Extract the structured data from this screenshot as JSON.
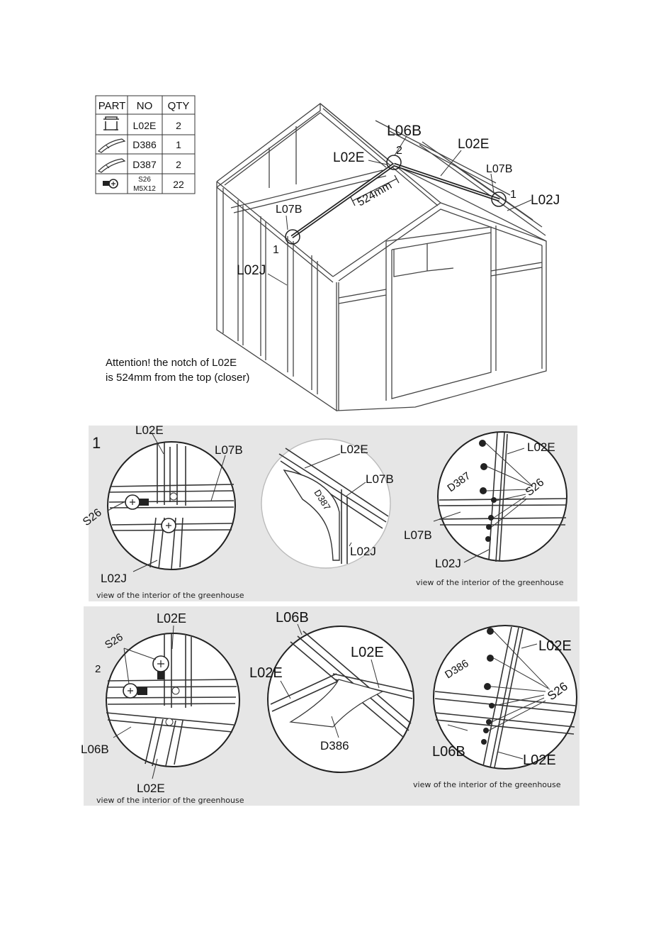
{
  "parts_table": {
    "headers": [
      "PART",
      "NO",
      "QTY"
    ],
    "rows": [
      {
        "icon": "bracket-icon",
        "no": "L02E",
        "no_sub": "",
        "qty": "2"
      },
      {
        "icon": "corner-brace-icon",
        "no": "D386",
        "no_sub": "",
        "qty": "1"
      },
      {
        "icon": "corner-brace-icon",
        "no": "D387",
        "no_sub": "",
        "qty": "2"
      },
      {
        "icon": "screw-icon",
        "no": "S26",
        "no_sub": "M5X12",
        "qty": "22"
      }
    ]
  },
  "main_labels": {
    "l06b": "L06B",
    "num2": "2",
    "l02e_left": "L02E",
    "l02e_right": "L02E",
    "l07b_right": "L07B",
    "num1_right": "1",
    "l02j_right": "L02J",
    "l07b_left": "L07B",
    "num1_left": "1",
    "l02j_left": "L02J",
    "dimension": "524mm"
  },
  "attention": {
    "line1": "Attention! the notch of L02E",
    "line2": "is 524mm from the top (closer)"
  },
  "step1": {
    "number": "1",
    "detail_a": {
      "l02e": "L02E",
      "l07b": "L07B",
      "s26": "S26",
      "l02j": "L02J"
    },
    "detail_b": {
      "l02e": "L02E",
      "l07b": "L07B",
      "d387": "D387",
      "l02j": "L02J"
    },
    "detail_c": {
      "l02e": "L02E",
      "d387": "D387",
      "s26": "S26",
      "l07b": "L07B",
      "l02j": "L02J"
    },
    "caption_left": "view of the interior of the greenhouse",
    "caption_right": "view of the interior of the greenhouse"
  },
  "step2": {
    "number": "2",
    "detail_a": {
      "s26": "S26",
      "l02e_top": "L02E",
      "l06b": "L06B",
      "l02e_bottom": "L02E"
    },
    "detail_b": {
      "l06b": "L06B",
      "l02e_right": "L02E",
      "l02e_left": "L02E",
      "d386": "D386"
    },
    "detail_c": {
      "l02e_top": "L02E",
      "d386": "D386",
      "s26": "S26",
      "l06b": "L06B",
      "l02e_bottom": "L02E"
    },
    "caption_left": "view of the interior of the greenhouse",
    "caption_right": "view of the interior of the greenhouse"
  }
}
